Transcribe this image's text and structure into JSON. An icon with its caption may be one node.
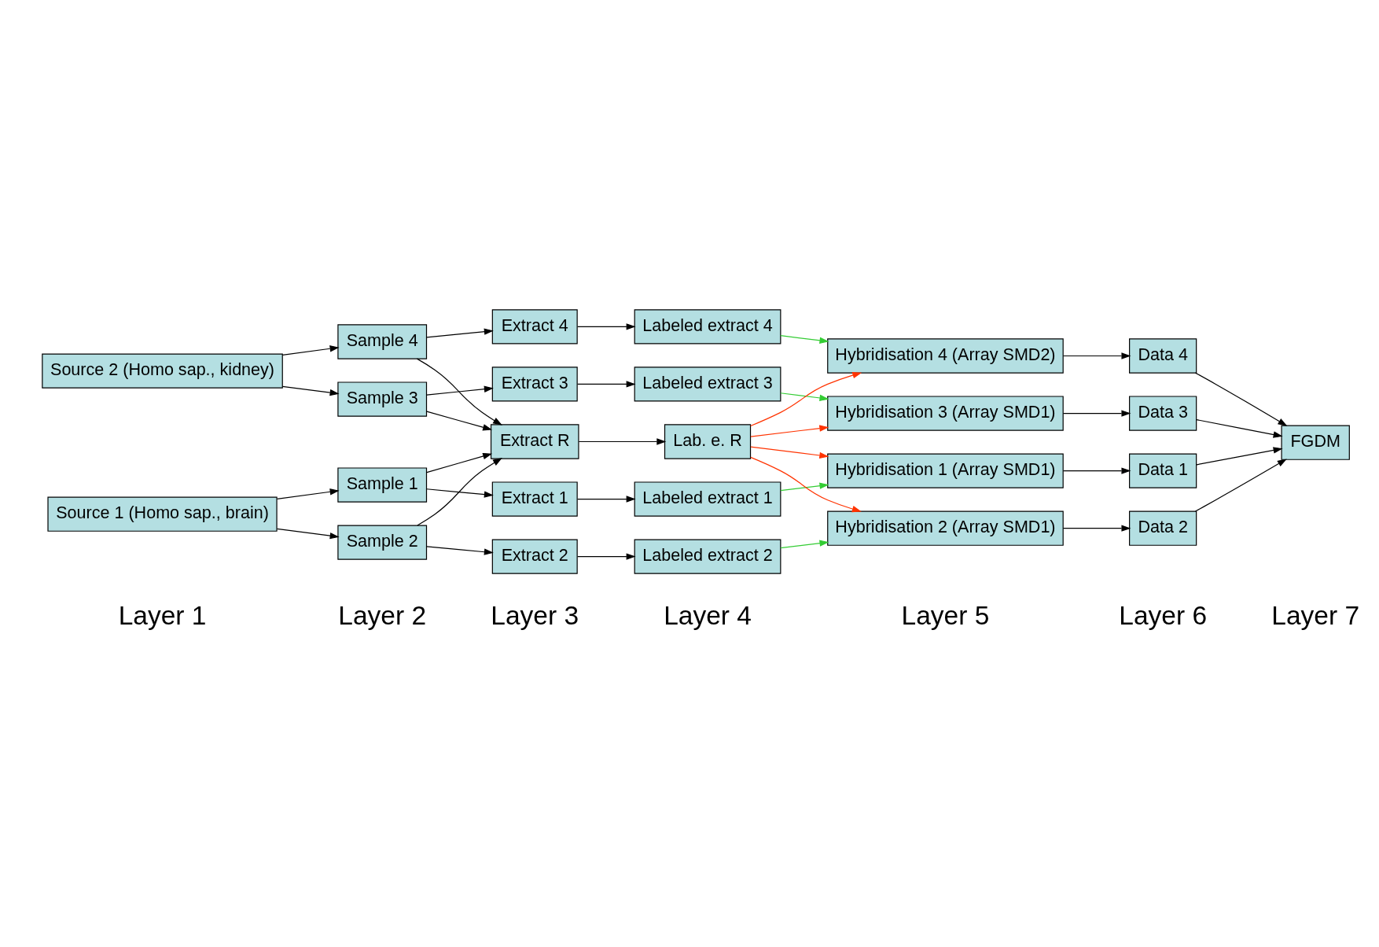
{
  "diagram": {
    "nodes": [
      {
        "text": [
          "Source 1 (Homo sap., brain)"
        ]
      },
      {
        "text": [
          "Source 2 (Homo sap., kidney)"
        ]
      },
      {
        "text": [
          "Sample 1"
        ]
      },
      {
        "text": [
          "Sample 2"
        ]
      },
      {
        "text": [
          "Sample 3"
        ]
      },
      {
        "text": [
          "Sample 4"
        ]
      },
      {
        "text": [
          "Extract 1"
        ]
      },
      {
        "text": [
          "Extract 2"
        ]
      },
      {
        "text": [
          "Extract 3"
        ]
      },
      {
        "text": [
          "Extract 4"
        ]
      },
      {
        "text": [
          "Extract R"
        ]
      },
      {
        "text": [
          "Labeled extract 1"
        ]
      },
      {
        "text": [
          "Labeled extract 2"
        ]
      },
      {
        "text": [
          "Labeled extract 3"
        ]
      },
      {
        "text": [
          "Labeled extract 4"
        ]
      },
      {
        "text": [
          "Lab. e. R"
        ]
      },
      {
        "text": [
          "Hybridisation 1 (Array SMD1)"
        ]
      },
      {
        "text": [
          "Hybridisation 2 (Array SMD1)"
        ]
      },
      {
        "text": [
          "Hybridisation 3 (Array SMD1)"
        ]
      },
      {
        "text": [
          "Hybridisation 4 (Array SMD2)"
        ]
      },
      {
        "text": [
          "Data 1"
        ]
      },
      {
        "text": [
          "Data 2"
        ]
      },
      {
        "text": [
          "Data 3"
        ]
      },
      {
        "text": [
          "Data 4"
        ]
      },
      {
        "text": [
          "FGDM"
        ]
      }
    ],
    "edges": [
      {
        "from": 0,
        "to": 2,
        "arrow": "to"
      },
      {
        "from": 0,
        "to": 3,
        "arrow": "to"
      },
      {
        "from": 1,
        "to": 4,
        "arrow": "to"
      },
      {
        "from": 1,
        "to": 5,
        "arrow": "to"
      },
      {
        "from": 2,
        "to": 6,
        "arrow": "to"
      },
      {
        "from": 2,
        "to": 10,
        "arrow": "to"
      },
      {
        "from": 3,
        "to": 7,
        "arrow": "to"
      },
      {
        "from": 3,
        "to": 10,
        "arrow": "to"
      },
      {
        "from": 4,
        "to": 8,
        "arrow": "to"
      },
      {
        "from": 4,
        "to": 10,
        "arrow": "to"
      },
      {
        "from": 5,
        "to": 9,
        "arrow": "to"
      },
      {
        "from": 5,
        "to": 10,
        "arrow": "to"
      },
      {
        "from": 6,
        "to": 11,
        "arrow": "to"
      },
      {
        "from": 7,
        "to": 12,
        "arrow": "to"
      },
      {
        "from": 8,
        "to": 13,
        "arrow": "to"
      },
      {
        "from": 9,
        "to": 14,
        "arrow": "to"
      },
      {
        "from": 10,
        "to": 15,
        "arrow": "to"
      },
      {
        "from": 11,
        "to": 16,
        "arrow": "to",
        "color": "#33cc33"
      },
      {
        "from": 12,
        "to": 17,
        "arrow": "to",
        "color": "#33cc33"
      },
      {
        "from": 13,
        "to": 18,
        "arrow": "to",
        "color": "#33cc33"
      },
      {
        "from": 14,
        "to": 19,
        "arrow": "to",
        "color": "#33cc33"
      },
      {
        "from": 15,
        "to": 16,
        "arrow": "to",
        "color": "#ff3300"
      },
      {
        "from": 15,
        "to": 17,
        "arrow": "to",
        "color": "#ff3300"
      },
      {
        "from": 15,
        "to": 18,
        "arrow": "to",
        "color": "#ff3300"
      },
      {
        "from": 15,
        "to": 19,
        "arrow": "to",
        "color": "#ff3300"
      },
      {
        "from": 16,
        "to": 20,
        "arrow": "to"
      },
      {
        "from": 17,
        "to": 21,
        "arrow": "to"
      },
      {
        "from": 18,
        "to": 22,
        "arrow": "to"
      },
      {
        "from": 19,
        "to": 23,
        "arrow": "to"
      },
      {
        "from": 20,
        "to": 24,
        "arrow": "to"
      },
      {
        "from": 21,
        "to": 24,
        "arrow": "to"
      },
      {
        "from": 22,
        "to": 24,
        "arrow": "to"
      },
      {
        "from": 23,
        "to": 24,
        "arrow": "to"
      }
    ],
    "labels": [
      "Layer 1",
      "Layer 2",
      "Layer 3",
      "Layer 4",
      "Layer 5",
      "Layer 6",
      "Layer 7"
    ]
  }
}
